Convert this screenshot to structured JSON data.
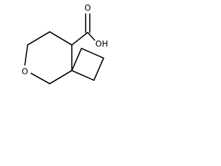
{
  "molecule": {
    "atoms": {
      "oxygen_carbonyl": "O",
      "hydroxyl": "OH",
      "ring_oxygen": "O"
    }
  }
}
